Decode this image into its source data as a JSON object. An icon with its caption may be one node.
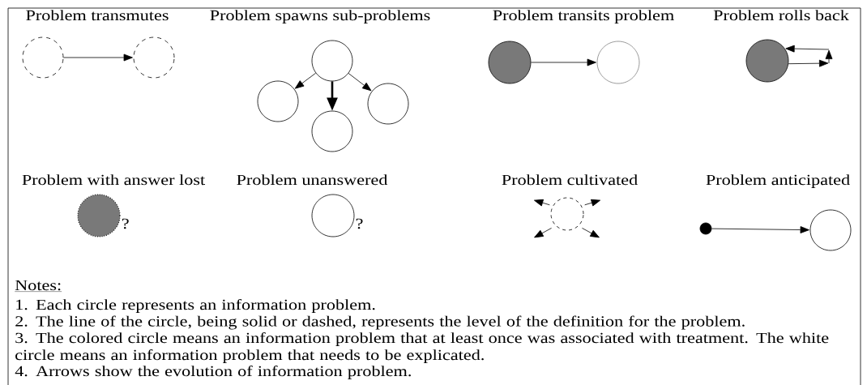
{
  "diagram": {
    "nodes": [
      {
        "text": [],
        "shape": "circle"
      },
      {
        "text": [],
        "shape": "circle"
      },
      {
        "text": [],
        "shape": "circle"
      },
      {
        "text": [],
        "shape": "circle"
      },
      {
        "text": [],
        "shape": "circle"
      },
      {
        "text": [],
        "shape": "circle"
      },
      {
        "text": [],
        "shape": "circle"
      },
      {
        "text": [],
        "shape": "circle"
      },
      {
        "text": [],
        "shape": "circle"
      },
      {
        "text": [],
        "shape": "circle",
        "beside": [
          "?"
        ]
      },
      {
        "text": [],
        "shape": "circle",
        "beside": [
          "?"
        ]
      },
      {
        "text": [],
        "shape": "circle"
      },
      {
        "text": [],
        "shape": "circle"
      },
      {
        "text": [],
        "shape": "circle"
      }
    ],
    "edges": [
      {
        "from": 0,
        "to": 1,
        "arrow": "to"
      },
      {
        "from": 2,
        "to": 3,
        "arrow": "to"
      },
      {
        "from": 2,
        "to": 4,
        "arrow": "to",
        "style": "thick"
      },
      {
        "from": 2,
        "to": 5,
        "arrow": "to"
      },
      {
        "from": 6,
        "to": 7,
        "arrow": "to"
      },
      {
        "from": 8,
        "to": 8,
        "arrow": "to"
      },
      {
        "from": 11,
        "to": null,
        "arrow": "to"
      },
      {
        "from": 11,
        "to": null,
        "arrow": "to"
      },
      {
        "from": 11,
        "to": null,
        "arrow": "to"
      },
      {
        "from": 11,
        "to": null,
        "arrow": "to"
      },
      {
        "from": 12,
        "to": 13,
        "arrow": "to"
      }
    ],
    "labels": [
      "Problem transmutes",
      "Problem spawns sub-problems",
      "Problem transits problem",
      "Problem rolls back",
      "Problem with answer lost",
      "Problem unanswered",
      "Problem cultivated",
      "Problem anticipated",
      "Notes:",
      "1. Each circle represents an information problem.",
      "2. The line of the circle, being solid or dashed, represents the level of the definition for the problem.",
      "3. The colored circle means an information problem that at least once was associated with treatment.  The white circle means an information problem that needs to be explicated.",
      "4. Arrows show the evolution of information problem."
    ]
  }
}
